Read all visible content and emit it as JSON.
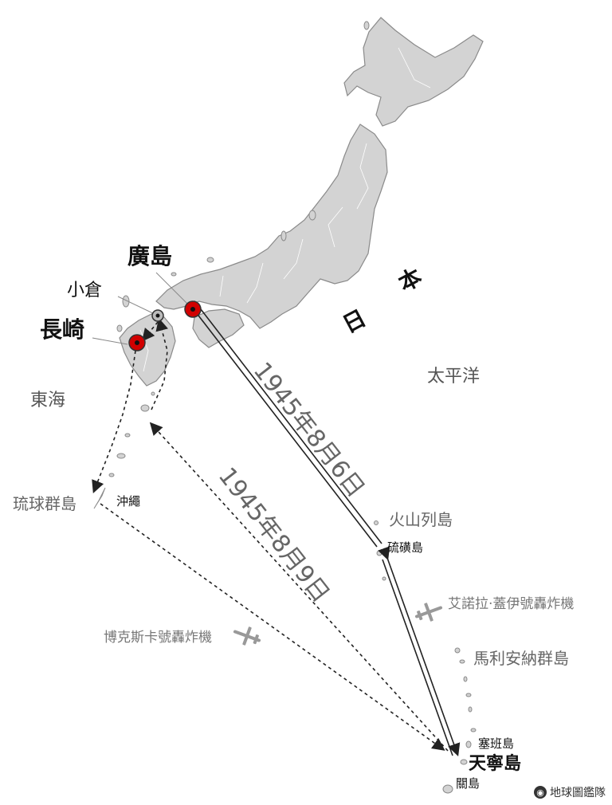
{
  "cities": {
    "hiroshima": "廣島",
    "kokura": "小倉",
    "nagasaki": "長崎"
  },
  "regions": {
    "japan_char1": "日",
    "japan_char2": "本",
    "pacific": "太平洋",
    "east_sea": "東海",
    "ryukyu": "琉球群島",
    "okinawa": "沖繩",
    "volcano_islands": "火山列島",
    "iwo_jima": "硫磺島",
    "marianas": "馬利安納群島",
    "saipan": "塞班島",
    "tinian": "天寧島",
    "guam": "關島"
  },
  "aircraft": {
    "enola_gay": "艾諾拉·蓋伊號轟炸機",
    "bockscar": "博克斯卡號轟炸機"
  },
  "routes": {
    "aug6_date": "1945年8月6日",
    "aug9_date": "1945年8月9日"
  },
  "credit": {
    "text": "地球圖鑑隊",
    "icon": "globe-icon"
  },
  "colors": {
    "land": "#d3d3d3",
    "coast": "#8a8a8a",
    "target_red": "#d10000",
    "route": "#222222"
  }
}
